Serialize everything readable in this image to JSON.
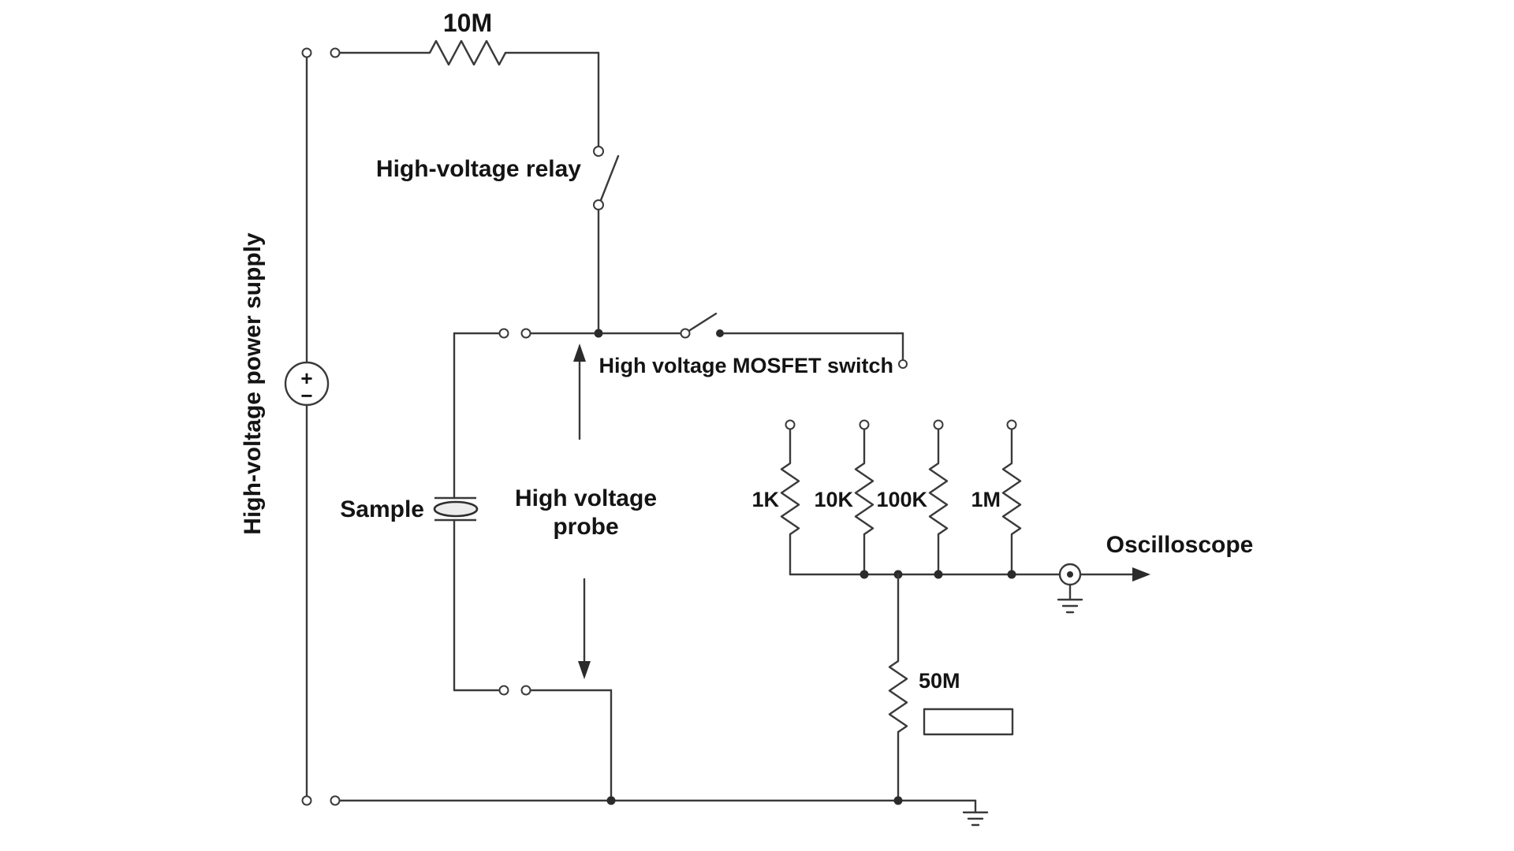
{
  "diagram": {
    "type": "circuit-schematic",
    "labels": {
      "series_resistor": "10M",
      "relay": "High-voltage relay",
      "power_supply": "High-voltage power supply",
      "supply_plus": "+",
      "supply_minus": "−",
      "sample": "Sample",
      "probe": [
        "High voltage",
        "probe"
      ],
      "mosfet_switch": "High voltage MOSFET switch",
      "shunt_resistors": [
        "1K",
        "10K",
        "100K",
        "1M"
      ],
      "bleed_resistor": "50M",
      "oscilloscope": "Oscilloscope"
    },
    "colors": {
      "background": "#ffffff",
      "line": "#3a3a3a",
      "text": "#141414"
    }
  }
}
